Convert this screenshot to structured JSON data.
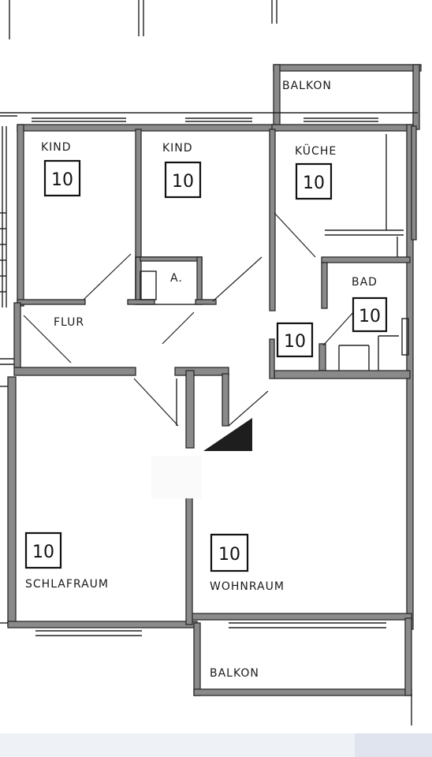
{
  "rooms": {
    "kind1": {
      "label": "KIND",
      "number": "10"
    },
    "kind2": {
      "label": "KIND",
      "number": "10"
    },
    "kueche": {
      "label": "KÜCHE",
      "number": "10"
    },
    "abstell": {
      "label": "A."
    },
    "bad": {
      "label": "BAD",
      "number": "10"
    },
    "flur": {
      "label": "FLUR",
      "number": "10"
    },
    "schlafraum": {
      "label": "SCHLAFRAUM",
      "number": "10"
    },
    "wohnraum": {
      "label": "WOHNRAUM",
      "number": "10"
    },
    "balkon_top": {
      "label": "BALKON"
    },
    "balkon_bottom": {
      "label": "BALKON"
    }
  },
  "colors": {
    "wall": "#8a8a8a",
    "line": "#222222",
    "paper": "#ffffff",
    "bottom_bar": "#dfe4ee"
  }
}
